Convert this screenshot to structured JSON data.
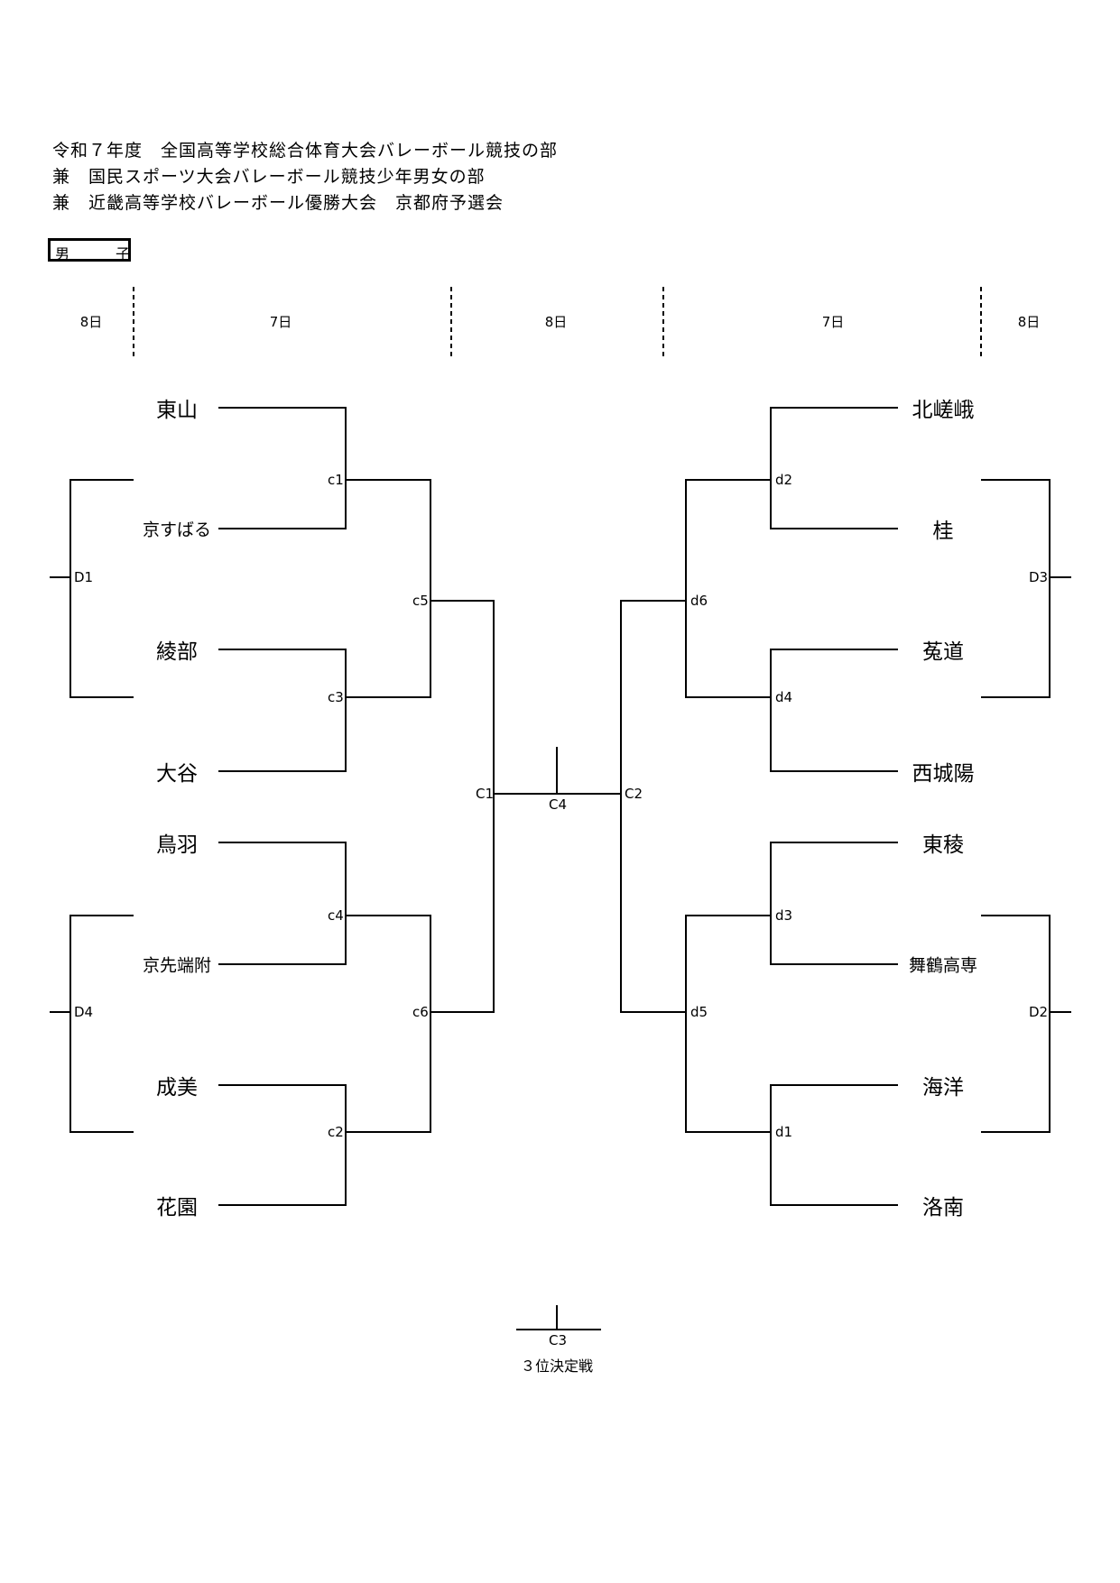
{
  "header": {
    "title_line1": "令和７年度　全国高等学校総合体育大会バレーボール競技の部",
    "title_line2": "兼　国民スポーツ大会バレーボール競技少年男女の部",
    "title_line3": "兼　近畿高等学校バレーボール優勝大会　京都府予選会"
  },
  "division": {
    "char1": "男",
    "char2": "子"
  },
  "days": [
    "8日",
    "7日",
    "8日",
    "7日",
    "8日"
  ],
  "teams_left": [
    "東山",
    "京すばる",
    "綾部",
    "大谷",
    "鳥羽",
    "京先端附",
    "成美",
    "花園"
  ],
  "teams_right": [
    "北嵯峨",
    "桂",
    "菟道",
    "西城陽",
    "東稜",
    "舞鶴高専",
    "海洋",
    "洛南"
  ],
  "matches": {
    "c1": "c1",
    "c3": "c3",
    "c4": "c4",
    "c2": "c2",
    "c5": "c5",
    "c6": "c6",
    "d2": "d2",
    "d4": "d4",
    "d3": "d3",
    "d1": "d1",
    "d6": "d6",
    "d5": "d5",
    "C1": "C1",
    "C2": "C2",
    "C4": "C4",
    "C3": "C3",
    "D1": "D1",
    "D4": "D4",
    "D3": "D3",
    "D2": "D2"
  },
  "third_place": {
    "label": "３位決定戦"
  }
}
